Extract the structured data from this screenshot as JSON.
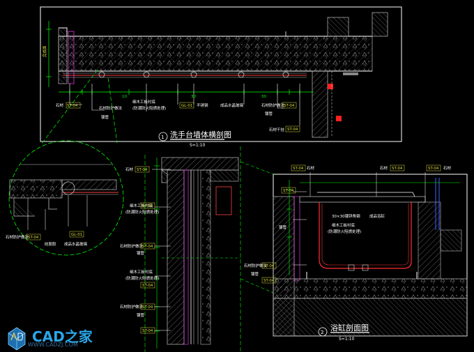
{
  "titles": {
    "main": "洗手台墙体横剖图",
    "main_num": "1",
    "main_scale": "S=1:10",
    "bath": "浴缸剖面图",
    "bath_num": "2",
    "bath_scale": "S=1:10"
  },
  "labels": {
    "vertical_tag": "完成面",
    "top_stone1": "石材",
    "top_st04": "ST-04",
    "top_st04b": "ST-04",
    "top_stone2": "石材",
    "mid_a": "石材防护做法",
    "mid_b": "细木工板衬底",
    "mid_b2": "(防潮防火阻燃处理)",
    "mid_c": "GL-01",
    "mid_d": "不锈钢",
    "mid_e": "成品水晶玻璃",
    "mid_f": "石材防护做法",
    "mid_g": "ST-04",
    "mid_h": "石材干挂",
    "mid_i": "ST-04",
    "tube": "镀管",
    "num10": "10",
    "num30": "30",
    "num_b": "30",
    "left_a": "石材防护做法",
    "left_b": "成品水晶玻璃",
    "left_c": "GL-01",
    "left_d": "硅胶胶",
    "left_e": "ST-04",
    "c_stone": "石材",
    "c_st04": "ST-04",
    "c_mdf": "细木工板衬底",
    "c_mdf2": "(防潮防火阻燃处理)",
    "c_st04b": "ST-04",
    "c_prot": "石材防护做法",
    "c_st04c": "ST-04",
    "c_tube": "镀管",
    "c_mdf3": "细木工板衬底",
    "c_mdf4": "(防潮防火阻燃处理)",
    "c_st04d": "ST-04",
    "c_prot2": "石材防护做法",
    "c_st04e": "ST-04",
    "c_tube2": "镀管",
    "c_st04f": "ST-04",
    "r_st04a": "ST-04",
    "r_stone": "石材",
    "r_st04b": "ST-04",
    "r_stone2": "石材",
    "r_st04c": "ST-04",
    "r_stone3": "石材",
    "r_st04d": "ST-04",
    "r_mdf": "细木工板衬底",
    "r_mdf2": "(防潮防火阻燃处理)",
    "r_board": "30×30镀锌角钢",
    "r_tube": "镀管",
    "r_prot": "石材防护做法",
    "r_st04e": "ST-04",
    "r_tube2": "镀管",
    "r_gl": "成品浴缸",
    "r_st04f": "ST-04"
  },
  "watermark": {
    "brand": "CAD之家",
    "site": "WWW.CADZJ.COM"
  },
  "colors": {
    "frame": "#ffffff",
    "dim": "#00ff00",
    "hatch": "#8a8a8a",
    "accent_red": "#ff3030",
    "leader": "#e0e040",
    "magenta": "#ff40ff",
    "cyan": "#40e0ff",
    "brand": "#2aa6e8"
  }
}
